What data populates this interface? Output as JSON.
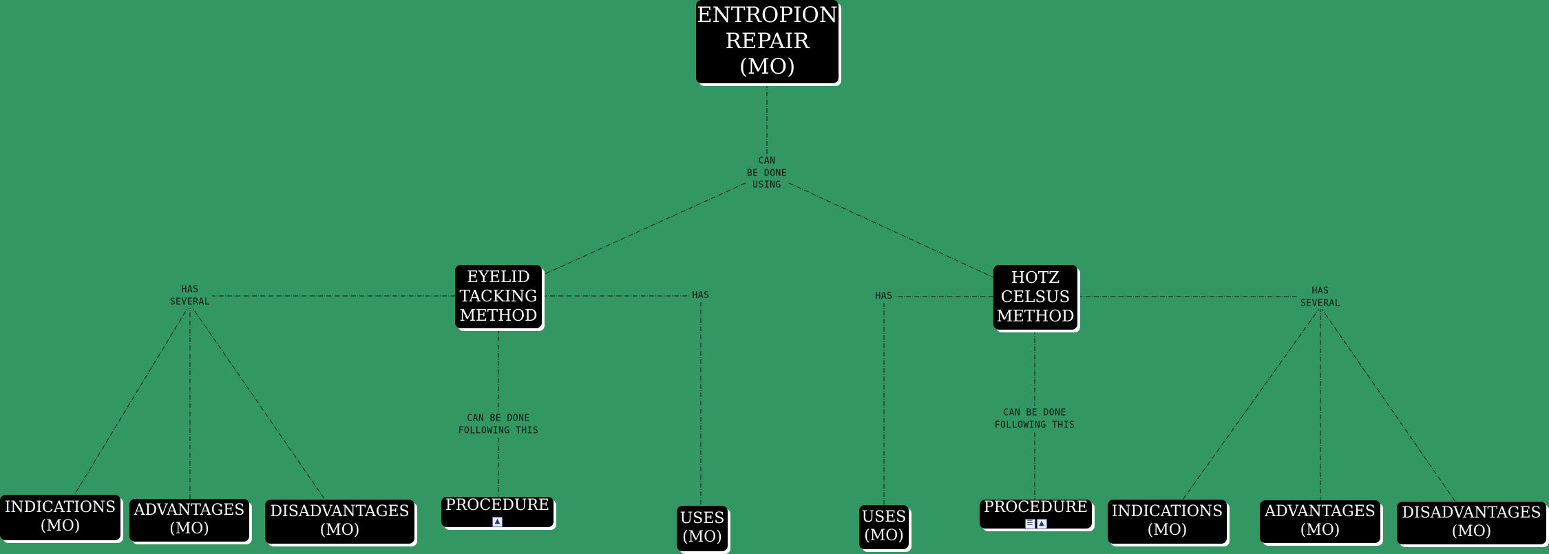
{
  "nodes": {
    "root": [
      "ENTROPION",
      "REPAIR",
      "(MO)"
    ],
    "eyelid": [
      "EYELID",
      "TACKING",
      "METHOD"
    ],
    "hotz": [
      "HOTZ",
      "CELSUS",
      "METHOD"
    ],
    "ind_l": [
      "INDICATIONS",
      "(MO)"
    ],
    "adv_l": [
      "ADVANTAGES",
      "(MO)"
    ],
    "dis_l": [
      "DISADVANTAGES",
      "(MO)"
    ],
    "proc_l": [
      "PROCEDURE"
    ],
    "uses_l": [
      "USES",
      "(MO)"
    ],
    "uses_r": [
      "USES",
      "(MO)"
    ],
    "proc_r": [
      "PROCEDURE"
    ],
    "ind_r": [
      "INDICATIONS",
      "(MO)"
    ],
    "adv_r": [
      "ADVANTAGES",
      "(MO)"
    ],
    "dis_r": [
      "DISADVANTAGES",
      "(MO)"
    ]
  },
  "links": {
    "using": [
      "CAN",
      "BE DONE",
      "USING"
    ],
    "has_sev_l": [
      "HAS",
      "SEVERAL"
    ],
    "has_l": [
      "HAS"
    ],
    "follow_l": [
      "CAN BE DONE",
      "FOLLOWING THIS"
    ],
    "has_r": [
      "HAS"
    ],
    "has_sev_r": [
      "HAS",
      "SEVERAL"
    ],
    "follow_r": [
      "CAN BE DONE",
      "FOLLOWING THIS"
    ]
  },
  "resource_icons": {
    "proc_l": [
      "image-resource-icon"
    ],
    "proc_r": [
      "document-resource-icon",
      "image-resource-icon"
    ]
  },
  "colors": {
    "background": "#339763",
    "node_fill": "#000000",
    "node_text": "#ffffff",
    "node_shadow": "#ffffff",
    "edge": "#1a1a1a"
  }
}
